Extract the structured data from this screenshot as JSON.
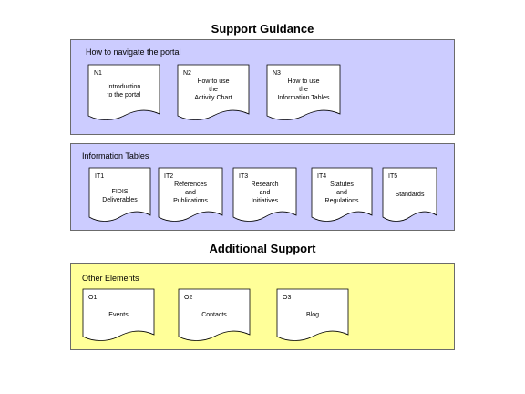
{
  "headings": {
    "support_guidance": "Support Guidance",
    "additional_support": "Additional Support"
  },
  "colors": {
    "guidance_panel": "#ccccff",
    "elements_panel": "#ffff99",
    "document_fill": "#ffffff",
    "outline": "#6b6b6b"
  },
  "panels": {
    "navigate": {
      "label": "How to navigate the portal",
      "docs": [
        {
          "code": "N1",
          "text": "Introduction\nto the portal"
        },
        {
          "code": "N2",
          "text": "How to use\nthe\nActivity Chart"
        },
        {
          "code": "N3",
          "text": "How to use\nthe\nInformation Tables"
        }
      ]
    },
    "info_tables": {
      "label": "Information Tables",
      "docs": [
        {
          "code": "IT1",
          "text": "FIDIS\nDeliverables"
        },
        {
          "code": "IT2",
          "text": "References\nand\nPublications"
        },
        {
          "code": "IT3",
          "text": "Research\nand\nInitiatives"
        },
        {
          "code": "IT4",
          "text": "Statutes\nand\nRegulations"
        },
        {
          "code": "IT5",
          "text": "Standards"
        }
      ]
    },
    "other": {
      "label": "Other Elements",
      "docs": [
        {
          "code": "O1",
          "text": "Events"
        },
        {
          "code": "O2",
          "text": "Contacts"
        },
        {
          "code": "O3",
          "text": "Blog"
        }
      ]
    }
  }
}
